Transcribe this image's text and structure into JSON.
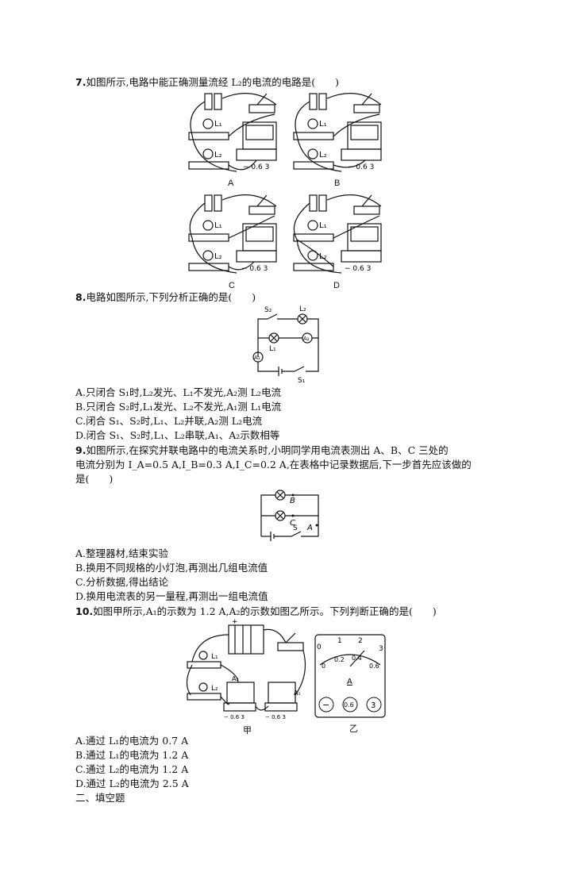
{
  "q7": {
    "num": "7.",
    "text": "如图所示,电路中能正确测量流经 L₂的电流的电路是(　　)",
    "figures": [
      {
        "label": "A",
        "scale": "− 0.6 3",
        "l1": "L₁",
        "l2": "L₂"
      },
      {
        "label": "B",
        "scale": "− 0.6 3",
        "l1": "L₁",
        "l2": "L₂"
      },
      {
        "label": "C",
        "scale": "− 0.6 3",
        "l1": "L₁",
        "l2": "L₂"
      },
      {
        "label": "D",
        "scale": "− 0.6 3",
        "l1": "L₁",
        "l2": "L₂"
      }
    ]
  },
  "q8": {
    "num": "8.",
    "text": "电路如图所示,下列分析正确的是(　　)",
    "figure": {
      "s2": "S₂",
      "l2": "L₂",
      "l1": "L₁",
      "a1": "A₁",
      "a2": "A₂",
      "s1": "S₁"
    },
    "options": [
      "A.只闭合 S₁时,L₂发光、L₁不发光,A₂测 L₂电流",
      "B.只闭合 S₂时,L₁发光、L₂不发光,A₁测 L₁电流",
      "C.闭合 S₁、S₂时,L₁、L₂并联,A₂测 L₂电流",
      "D.闭合 S₁、S₂时,L₁、L₂串联,A₁、A₂示数相等"
    ]
  },
  "q9": {
    "num": "9.",
    "text_lines": [
      "如图所示,在探究并联电路中的电流关系时,小明同学用电流表测出 A、B、C 三处的",
      "电流分别为 I_A=0.5 A,I_B=0.3 A,I_C=0.2 A,在表格中记录数据后,下一步首先应该做的",
      "是(　　)"
    ],
    "figure": {
      "b": "B",
      "c": "C",
      "a": "A",
      "s": "S"
    },
    "options": [
      "A.整理器材,结束实验",
      "B.换用不同规格的小灯泡,再测出几组电流值",
      "C.分析数据,得出结论",
      "D.换用电流表的另一量程,再测出一组电流值"
    ]
  },
  "q10": {
    "num": "10.",
    "text": "如图甲所示,A₁的示数为 1.2 A,A₂的示数如图乙所示。下列判断正确的是(　　)",
    "figure_left": {
      "caption": "甲",
      "l1": "L₁",
      "l2": "L₂",
      "a1": "A₁",
      "a2": "A₂",
      "scale": "− 0.6 3",
      "plus": "+",
      "minus": "−"
    },
    "figure_right": {
      "caption": "乙",
      "top_ticks": [
        "0",
        "1",
        "2",
        "3"
      ],
      "bottom_ticks": [
        "0",
        "0.2",
        "0.4",
        "0.6"
      ],
      "unit": "A",
      "terminals": [
        "−",
        "0.6",
        "3"
      ]
    },
    "options": [
      "A.通过 L₁的电流为 0.7 A",
      "B.通过 L₁的电流为 1.2 A",
      "C.通过 L₂的电流为 1.2 A",
      "D.通过 L₂的电流为 2.5 A"
    ]
  },
  "section": "二、填空题"
}
